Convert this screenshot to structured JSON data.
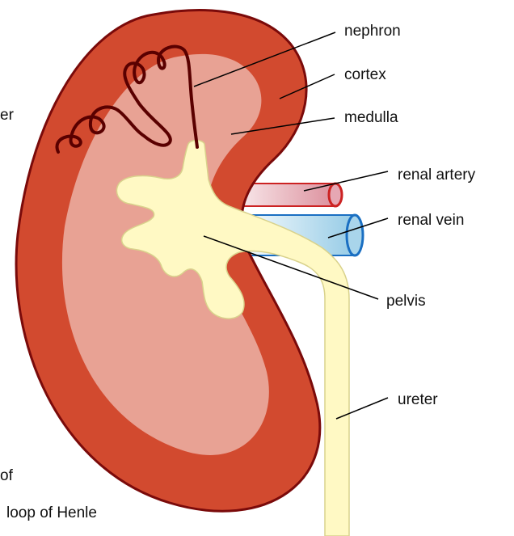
{
  "labels": {
    "nephron": "nephron",
    "cortex": "cortex",
    "medulla": "medulla",
    "renal_artery": "renal artery",
    "renal_vein": "renal vein",
    "pelvis": "pelvis",
    "ureter": "ureter",
    "cut_left_top": "er",
    "cut_left_bottom": "of",
    "loop_of_henle": "loop of Henle"
  },
  "colors": {
    "cortex": "#d24a2f",
    "cortex_outline": "#7a0a0a",
    "medulla": "#e8a294",
    "pelvis": "#fff9c4",
    "pelvis_outline": "#d9d28c",
    "artery_fill": "#e8a8b4",
    "artery_outline": "#cc2222",
    "vein_fill": "#b3dcee",
    "vein_outline": "#1a6fc2",
    "nephron": "#5a0000",
    "leader": "#000000"
  }
}
